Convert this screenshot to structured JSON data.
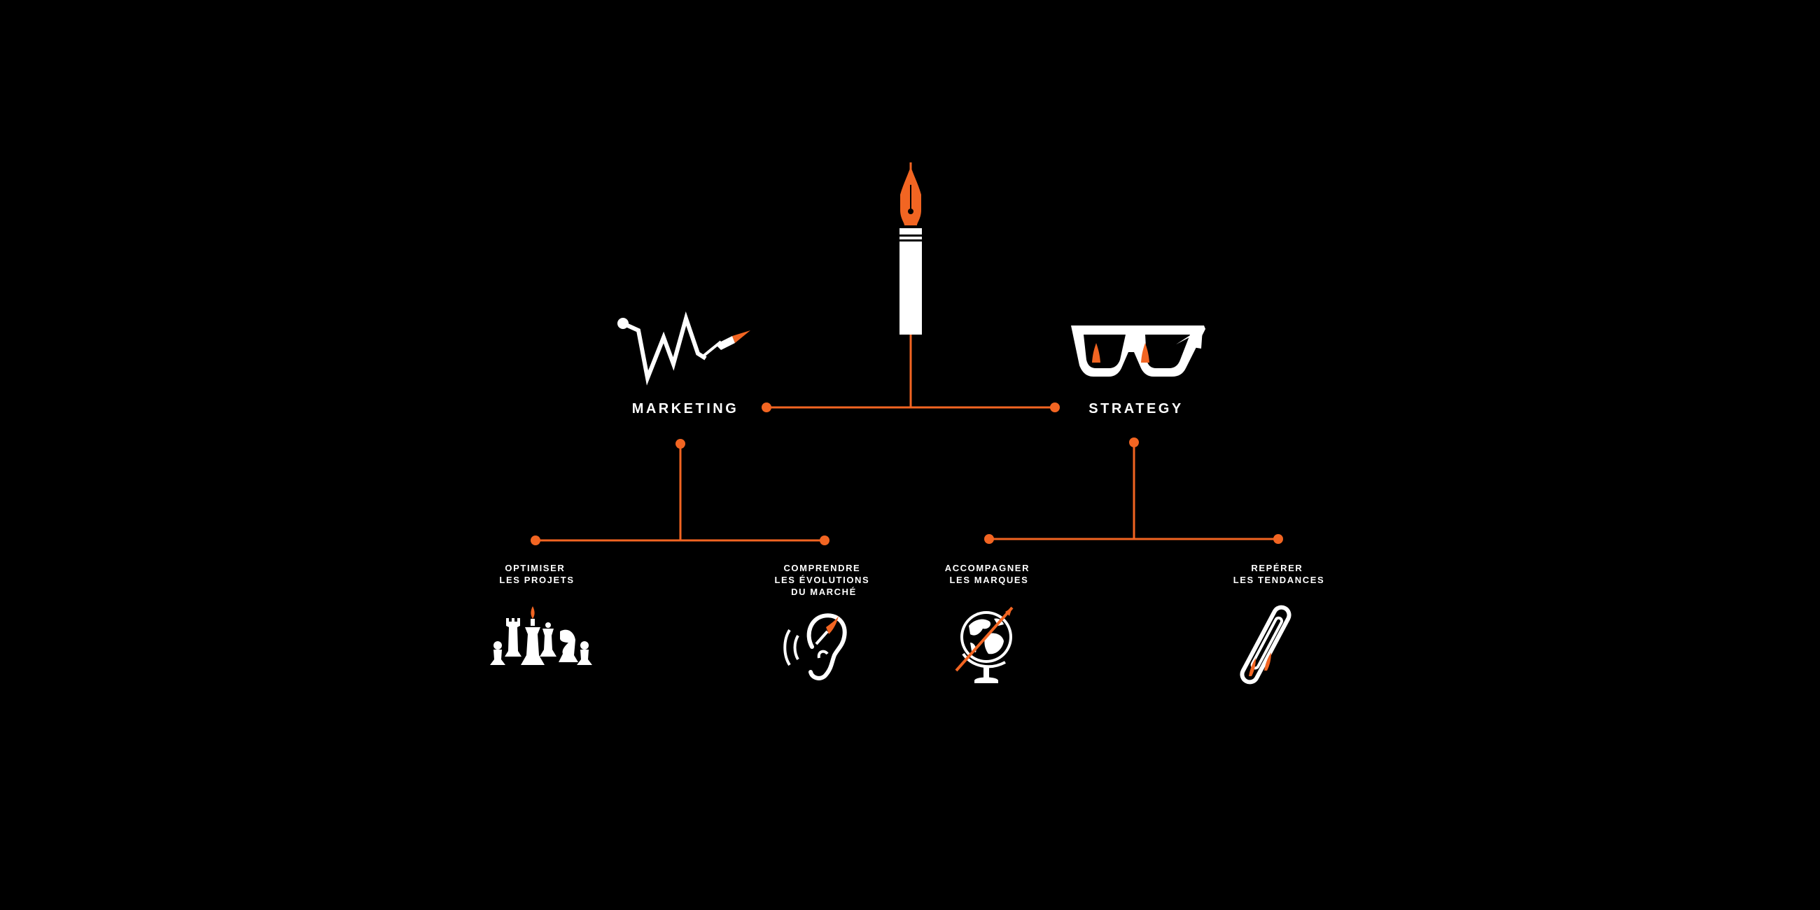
{
  "colors": {
    "background": "#000000",
    "accent": "#f26522",
    "foreground": "#ffffff"
  },
  "root": {
    "icon": "fountain-pen-icon"
  },
  "branches": {
    "marketing": {
      "label": "MARKETING",
      "icon": "signal-wave-pen-icon"
    },
    "strategy": {
      "label": "STRATEGY",
      "icon": "glasses-icon"
    }
  },
  "leaves": [
    {
      "lines": [
        "OPTIMISER",
        "LES PROJETS"
      ],
      "icon": "chess-pieces-icon"
    },
    {
      "lines": [
        "COMPRENDRE",
        "LES ÉVOLUTIONS",
        "DU MARCHÉ"
      ],
      "icon": "ear-pen-icon"
    },
    {
      "lines": [
        "ACCOMPAGNER",
        "LES MARQUES"
      ],
      "icon": "globe-icon"
    },
    {
      "lines": [
        "REPÉRER",
        "LES TENDANCES"
      ],
      "icon": "paperclip-icon"
    }
  ]
}
